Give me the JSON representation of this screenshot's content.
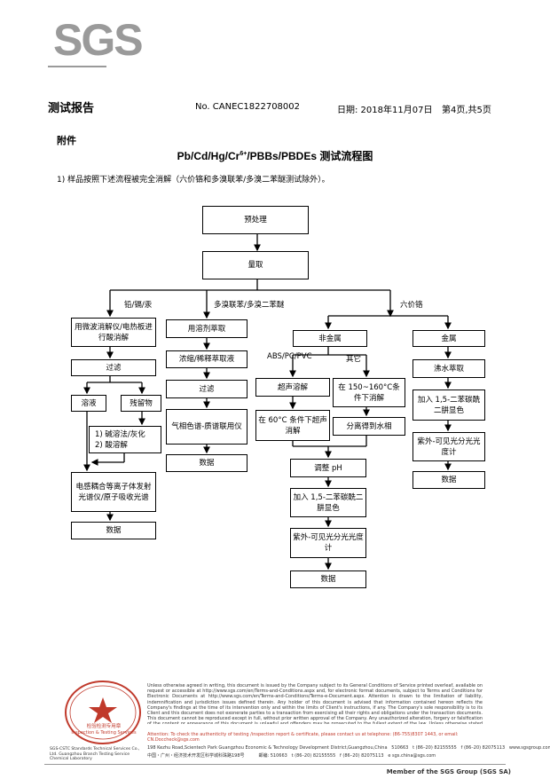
{
  "header": {
    "logo": "SGS",
    "title": "测试报告",
    "report_no": "No. CANEC1822708002",
    "date": "日期: 2018年11月07日",
    "page": "第4页,共5页"
  },
  "annex": "附件",
  "flow_title": {
    "pre": "Pb/Cd/Hg/Cr",
    "sup": "6+",
    "post": "/PBBs/PBDEs 测试流程图"
  },
  "step_note": "1) 样品按照下述流程被完全消解（六价铬和多溴联苯/多溴二苯醚测试除外）。",
  "flow": {
    "pretreat": "预处理",
    "sampling": "量取",
    "branch_metal": "铅/镉/汞",
    "branch_pbb": "多溴联苯/多溴二苯醚",
    "branch_cr": "六价铬",
    "col1": {
      "digest": "用微波消解仪/电热板进行酸消解",
      "filter": "过滤",
      "solution": "溶液",
      "residue": "残留物",
      "residue_treat": "1) 碱溶法/灰化\n2) 酸溶解",
      "icp": "电感耦合等离子体发射光谱仪/原子吸收光谱",
      "data": "数据"
    },
    "col2": {
      "extract": "用溶剂萃取",
      "concentrate": "浓缩/稀释萃取液",
      "filter": "过滤",
      "gcms": "气相色谱-质谱联用仪",
      "data": "数据"
    },
    "col3": {
      "nonmetal": "非金属",
      "abs_label": "ABS/PC/PVC",
      "other_label": "其它",
      "ultrasonic": "超声溶解",
      "ultrasonic60": "在 60°C 条件下超声消解",
      "heat": "在 150~160°C条件下消解",
      "separate": "分离得到水相",
      "ph": "调整 pH",
      "add_reagent": "加入 1,5-二苯碳酰二肼显色",
      "uvvis": "紫外-可见光分光光度计",
      "data": "数据"
    },
    "col4": {
      "metal": "金属",
      "boil": "沸水萃取",
      "add_reagent": "加入 1,5-二苯碳酰二肼显色",
      "uvvis": "紫外-可见光分光光度计",
      "data": "数据"
    }
  },
  "footer": {
    "disclaimer": "Unless otherwise agreed in writing, this document is issued by the Company subject to its General Conditions of Service printed overleaf, available on request or accessible at http://www.sgs.com/en/Terms-and-Conditions.aspx and, for electronic format documents, subject to Terms and Conditions for Electronic Documents at http://www.sgs.com/en/Terms-and-Conditions/Terms-e-Document.aspx. Attention is drawn to the limitation of liability, indemnification and jurisdiction issues defined therein. Any holder of this document is advised that information contained hereon reflects the Company's findings at the time of its intervention only and within the limits of Client's instructions, if any. The Company's sole responsibility is to its Client and this document does not exonerate parties to a transaction from exercising all their rights and obligations under the transaction documents. This document cannot be reproduced except in full, without prior written approval of the Company. Any unauthorized alteration, forgery or falsification of the content or appearance of this document is unlawful and offenders may be prosecuted to the fullest extent of the law. Unless otherwise stated the results shown in this test report refer only to the sample(s) tested.",
    "attention": "Attention: To check the authenticity of testing /inspection report & certificate, please contact us at telephone: (86-755)8307 1443, or email: CN.Doccheck@sgs.com",
    "address_en": "198 Kezhu Road,Scientech Park Guangzhou Economic & Technology Development District,Guangzhou,China   510663   t (86–20) 82155555   f (86–20) 82075113   www.sgsgroup.com.cn",
    "address_cn": "中国・广州・经济技术开发区科学城科珠路198号          邮编: 510663   t (86–20) 82155555   f (86–20) 82075113   e sgs.china@sgs.com",
    "lab_name": "SGS-CSTC Standards Technical Services Co., Ltd. Guangzhou Branch Testing Service Chemical Laboratory",
    "seal_text": "检验检测专用章",
    "seal_sub": "Inspection & Testing Services",
    "member": "Member of the SGS Group (SGS SA)"
  },
  "colors": {
    "logo": "#9a9a9a",
    "seal": "#c0392b"
  }
}
